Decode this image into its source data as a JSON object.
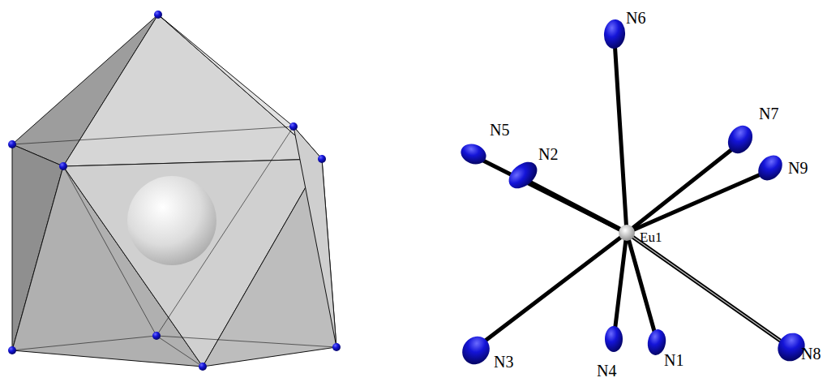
{
  "diagram": {
    "labels": [
      "N6",
      "N5",
      "N7",
      "N2",
      "N9",
      "Eu1",
      "N3",
      "N8",
      "N1",
      "N4"
    ]
  }
}
